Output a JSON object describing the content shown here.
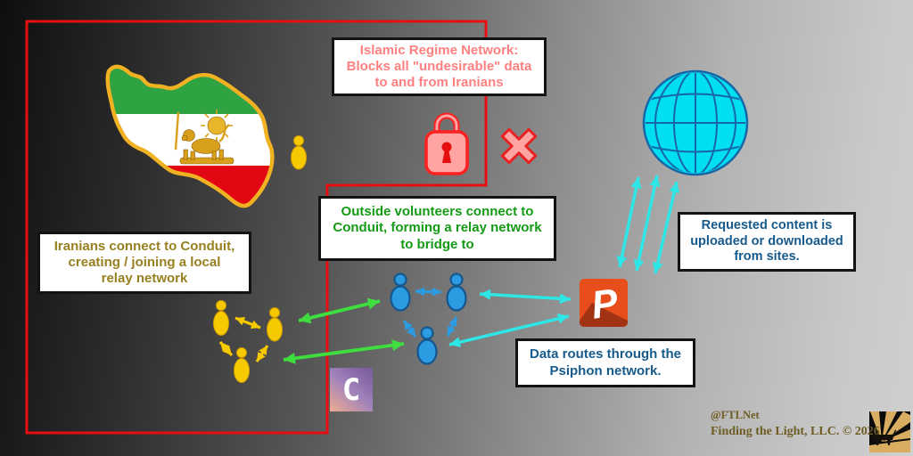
{
  "diagram": {
    "boxes": {
      "regime": "Islamic Regime Network:\nBlocks all \"undesirable\" data\nto and from Iranians",
      "outside": "Outside volunteers connect to\nConduit, forming a relay network\nto bridge to",
      "iranians": "Iranians connect to Conduit,\ncreating / joining a local\nrelay network",
      "requested": "Requested content is\nuploaded or downloaded\nfrom sites.",
      "routes": "Data routes through the\nPsiphon network."
    },
    "logos": {
      "psiphon_letter": "P",
      "conduit_letter": "C"
    },
    "footer": {
      "handle": "@FTLNet",
      "company": "Finding the Light, LLC. © 2026"
    },
    "icons": [
      "iran-map",
      "padlock-icon",
      "x-icon",
      "globe-icon",
      "person-icon",
      "psiphon-logo",
      "conduit-logo",
      "ftl-lion-logo"
    ],
    "colors": {
      "boundary_red": "#e60f0f",
      "regime_text": "#ff8080",
      "outside_text": "#149a14",
      "iranians_text": "#97801f",
      "blue_text": "#175b8d",
      "cyan_arrow": "#2ee6e6",
      "green_arrow": "#3ede3e",
      "yellow_figure": "#f7c900",
      "blue_figure": "#2b9be2",
      "globe_fill": "#00def1",
      "psiphon_orange": "#e84e1b",
      "lock_red": "#ff2121",
      "footer_gold": "#6e5c24"
    }
  }
}
